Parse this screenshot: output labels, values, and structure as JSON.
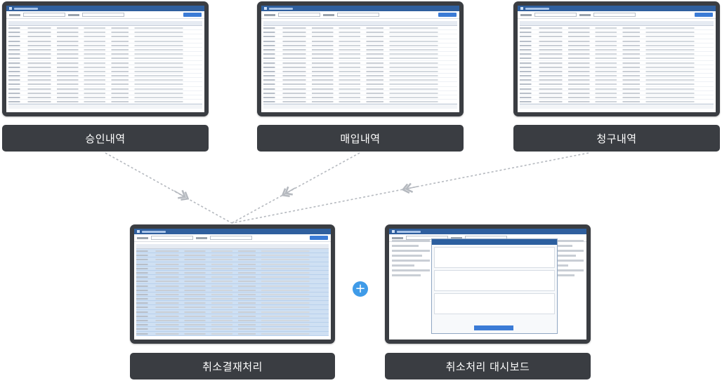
{
  "labels": {
    "approval": "승인내역",
    "purchase": "매입내역",
    "billing": "청구내역",
    "cancel_processing": "취소결재처리",
    "cancel_dashboard": "취소처리 대시보드"
  },
  "icons": {
    "plus": "plus-icon"
  },
  "colors": {
    "frame": "#3a3d42",
    "label_bg": "#3a3d42",
    "label_text": "#ffffff",
    "connector": "#b5b9bf",
    "plus": "#3f9be8",
    "titlebar": "#2f5f9e",
    "highlight_rows": "#cfe0f3"
  },
  "plus_symbol": "+"
}
